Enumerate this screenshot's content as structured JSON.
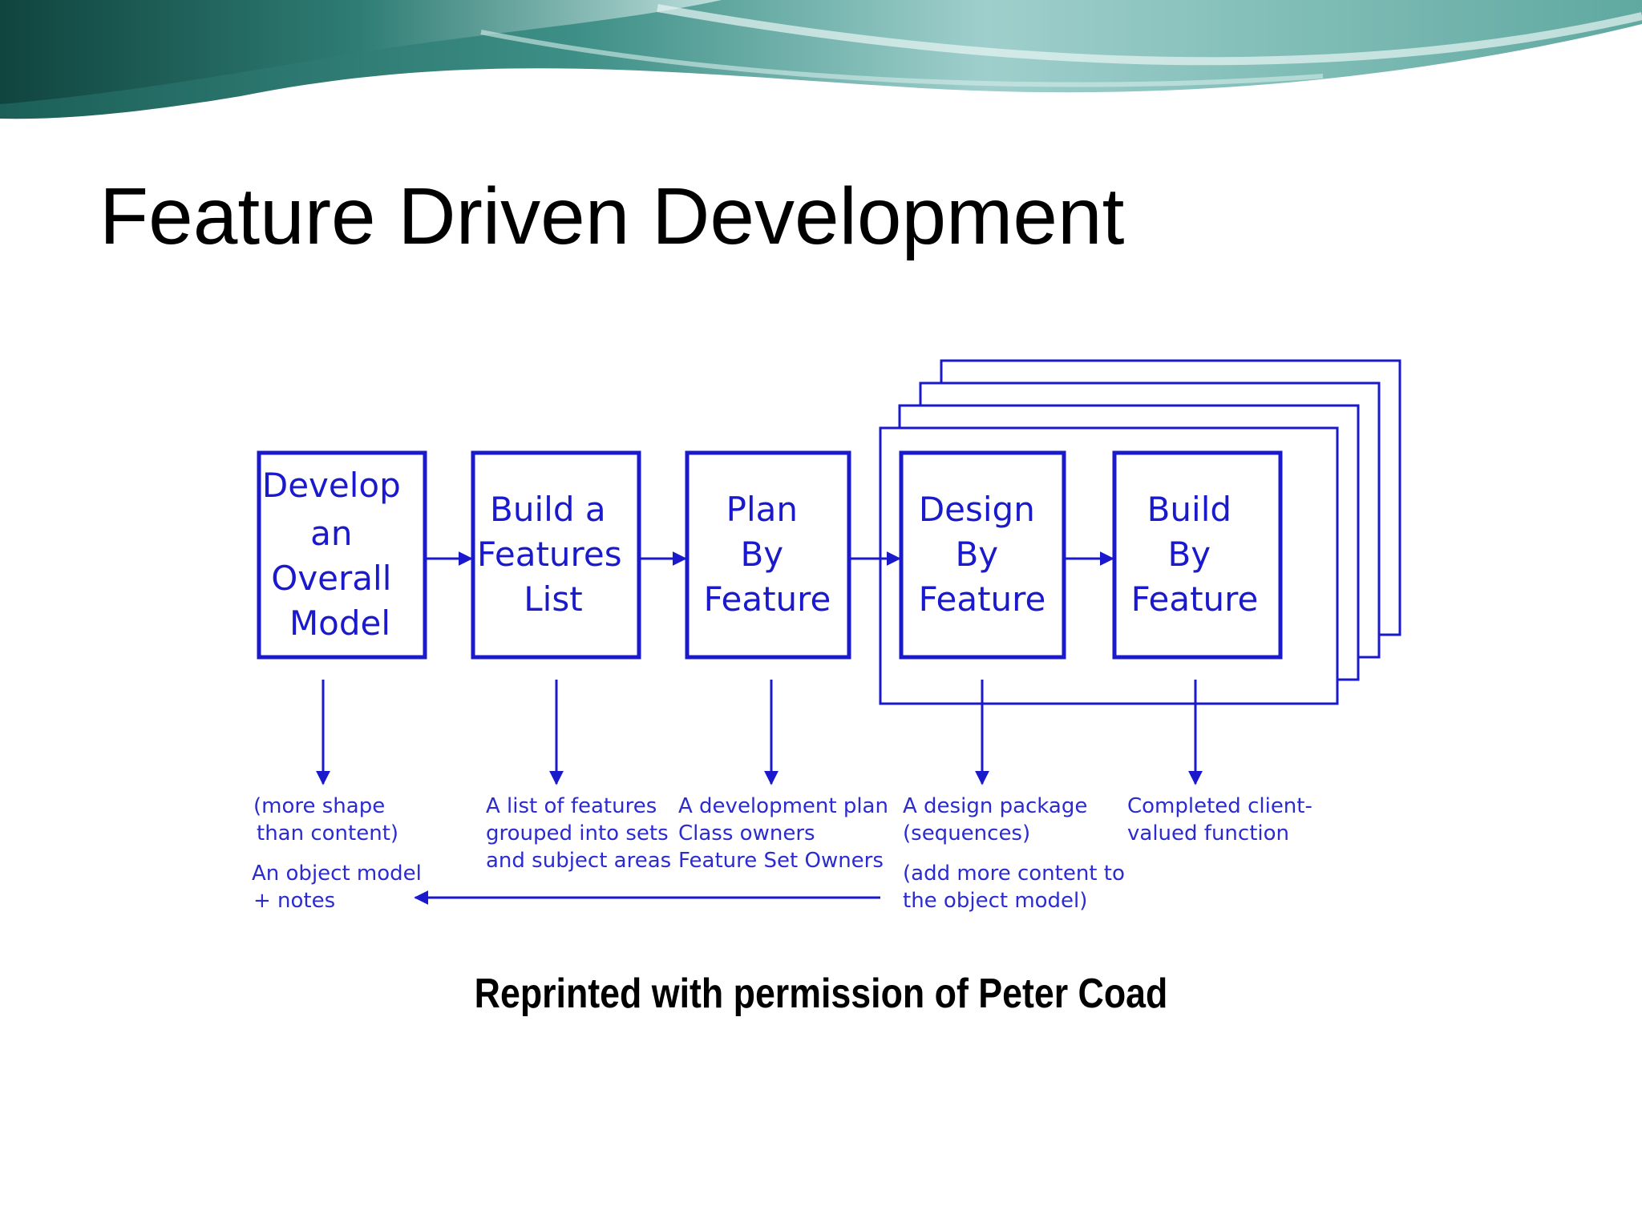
{
  "slide": {
    "title": "Feature Driven Development",
    "credit": "Reprinted with permission of Peter Coad"
  },
  "colors": {
    "diagram_blue": "#1a1acc",
    "banner_dark": "#1f6e63",
    "banner_light": "#bfe0df"
  },
  "diagram": {
    "boxes": [
      {
        "id": "overall-model",
        "lines": [
          "Develop",
          "an",
          "Overall",
          "Model"
        ]
      },
      {
        "id": "features-list",
        "lines": [
          "Build a",
          "Features",
          "List"
        ]
      },
      {
        "id": "plan-by-feature",
        "lines": [
          "Plan",
          "By",
          "Feature"
        ]
      },
      {
        "id": "design-by-feature",
        "lines": [
          "Design",
          "By",
          "Feature"
        ]
      },
      {
        "id": "build-by-feature",
        "lines": [
          "Build",
          "By",
          "Feature"
        ]
      }
    ],
    "notes": [
      {
        "id": "overall-model",
        "lines": [
          "(more shape",
          "than content)",
          "An object model",
          "+ notes"
        ]
      },
      {
        "id": "features-list",
        "lines": [
          "A list of features",
          "grouped into sets",
          "and subject areas"
        ]
      },
      {
        "id": "plan-by-feature",
        "lines": [
          "A development plan",
          "Class owners",
          "Feature Set Owners"
        ]
      },
      {
        "id": "design-by-feature",
        "lines": [
          "A design package",
          "(sequences)",
          "(add more content to",
          "the object model)"
        ]
      },
      {
        "id": "build-by-feature",
        "lines": [
          "Completed client-",
          "valued function"
        ]
      }
    ]
  }
}
